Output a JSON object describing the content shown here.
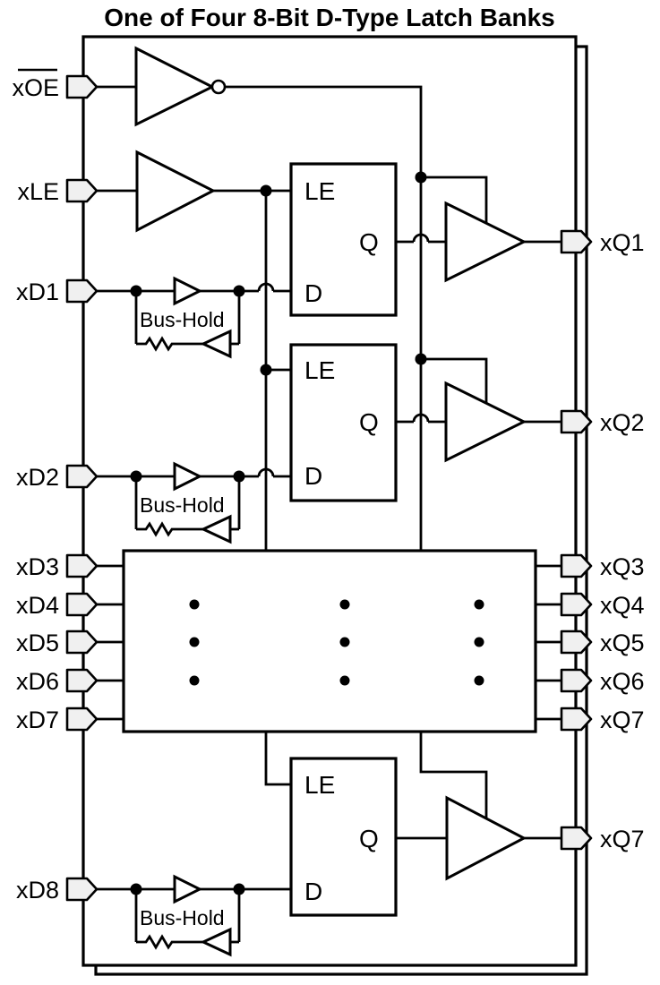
{
  "title": "One of Four 8-Bit D-Type Latch Banks",
  "colors": {
    "line": "#000000",
    "pin_fill": "#f0f0f0",
    "background": "#ffffff",
    "text": "#000000"
  },
  "pins": {
    "inputs": [
      {
        "label": "xOE",
        "overline": true
      },
      {
        "label": "xLE"
      },
      {
        "label": "xD1"
      },
      {
        "label": "xD2"
      },
      {
        "label": "xD3"
      },
      {
        "label": "xD4"
      },
      {
        "label": "xD5"
      },
      {
        "label": "xD6"
      },
      {
        "label": "xD7"
      },
      {
        "label": "xD8"
      }
    ],
    "outputs": [
      {
        "label": "xQ1"
      },
      {
        "label": "xQ2"
      },
      {
        "label": "xQ3"
      },
      {
        "label": "xQ4"
      },
      {
        "label": "xQ5"
      },
      {
        "label": "xQ6"
      },
      {
        "label": "xQ7"
      },
      {
        "label": "xQ7"
      }
    ]
  },
  "latches": [
    {
      "le_label": "LE",
      "q_label": "Q",
      "d_label": "D"
    },
    {
      "le_label": "LE",
      "q_label": "Q",
      "d_label": "D"
    },
    {
      "le_label": "LE",
      "q_label": "Q",
      "d_label": "D"
    }
  ],
  "bus_hold_cells": [
    {
      "label": "Bus-Hold"
    },
    {
      "label": "Bus-Hold"
    },
    {
      "label": "Bus-Hold"
    }
  ]
}
